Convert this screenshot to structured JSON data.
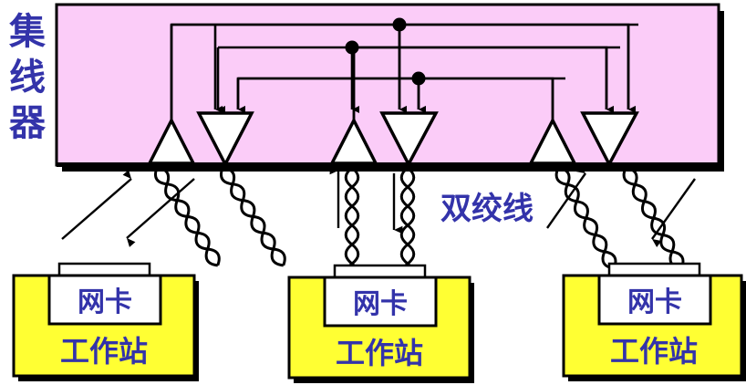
{
  "diagram": {
    "title_label": "集线器",
    "cable_label": "双绞线",
    "hub": {
      "fill": "#FBCCF8",
      "border": "#000000",
      "shadow": "#000000",
      "ports": [
        {
          "receiver_label": "",
          "transmitter_label": ""
        },
        {
          "receiver_label": "",
          "transmitter_label": ""
        },
        {
          "receiver_label": "",
          "transmitter_label": ""
        }
      ]
    },
    "workstations": [
      {
        "nic_label": "网卡",
        "station_label": "工作站"
      },
      {
        "nic_label": "网卡",
        "station_label": "工作站"
      },
      {
        "nic_label": "网卡",
        "station_label": "工作站"
      }
    ],
    "colors": {
      "text_blue": "#3333AA",
      "hub_pink": "#FBCCF8",
      "station_yellow": "#FFFF33",
      "nic_white": "#FFFFFF",
      "line_black": "#000000"
    }
  }
}
